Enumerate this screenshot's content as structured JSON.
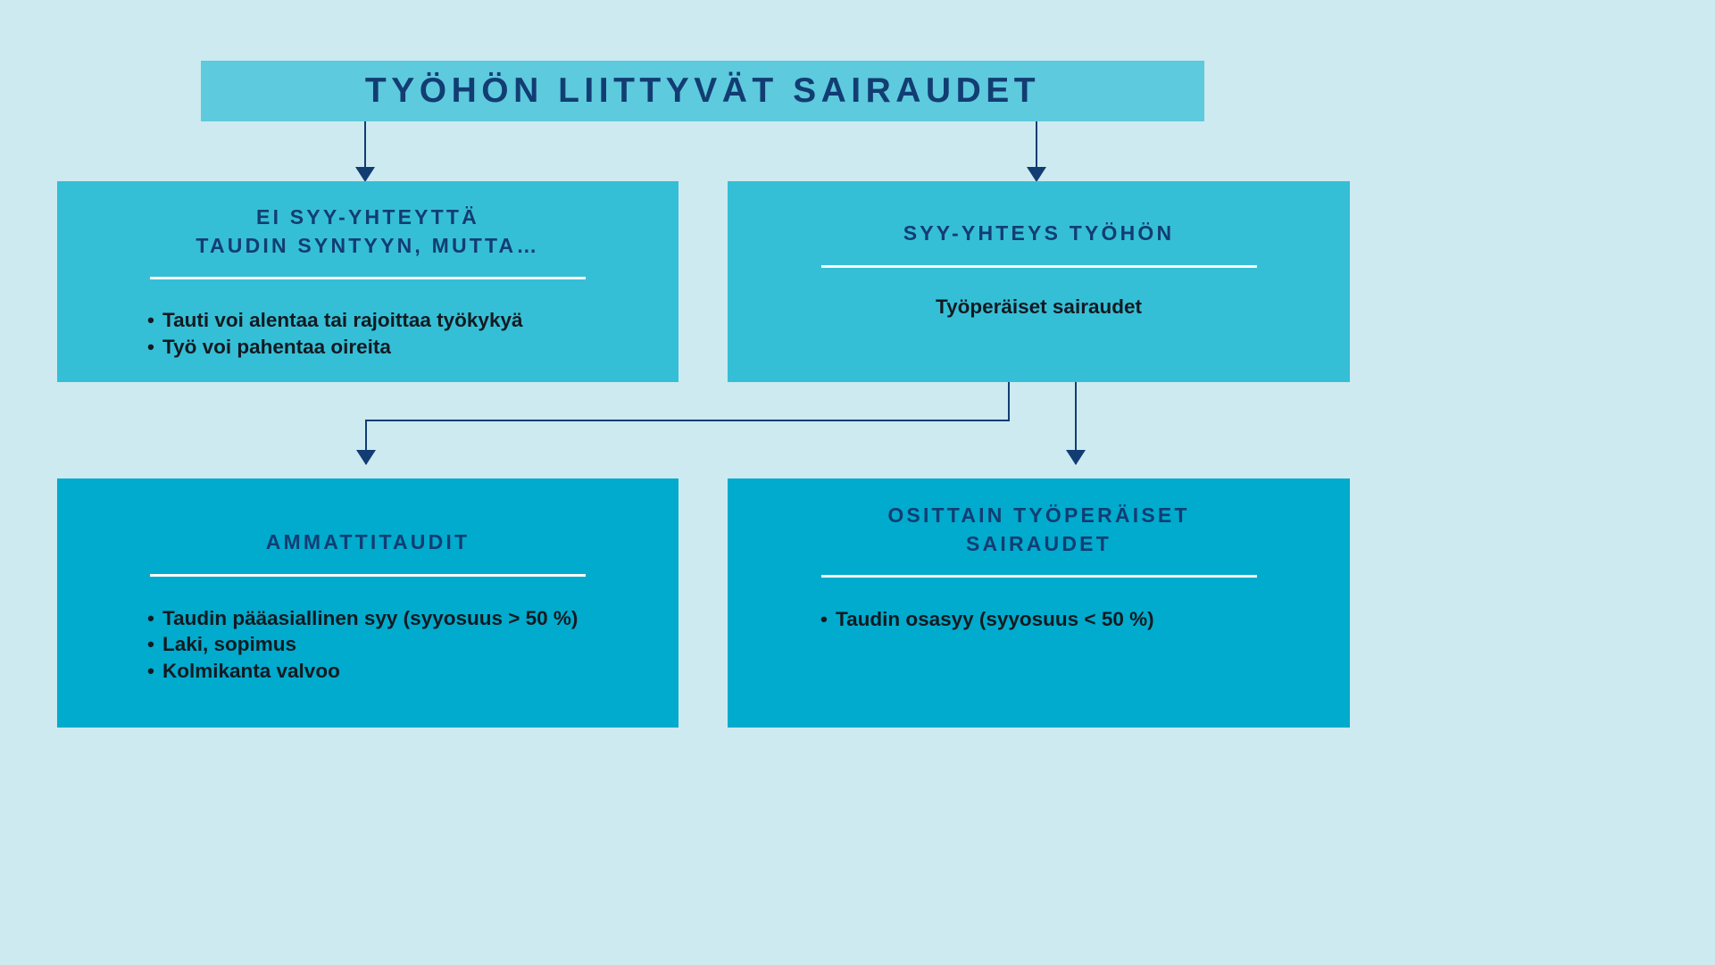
{
  "diagram": {
    "title": "TYÖHÖN LIITTYVÄT SAIRAUDET",
    "background_color": "#cdeaf0",
    "accent_navy": "#123d73",
    "colors": {
      "title_box": "#5ecadd",
      "mid_box": "#35bfd6",
      "bottom_box": "#00abcd",
      "divider": "#ffffff",
      "body_text": "#131a21"
    },
    "nodes": {
      "left_mid": {
        "heading_line1": "EI SYY-YHTEYTTÄ",
        "heading_line2": "TAUDIN SYNTYYN, MUTTA…",
        "bullets": [
          "Tauti voi alentaa tai rajoittaa työkykyä",
          "Työ voi pahentaa oireita"
        ]
      },
      "right_mid": {
        "heading_line1": "SYY-YHTEYS TYÖHÖN",
        "body": "Työperäiset sairaudet"
      },
      "left_bottom": {
        "heading_line1": "AMMATTITAUDIT",
        "bullets": [
          "Taudin pääasiallinen syy (syyosuus > 50 %)",
          "Laki, sopimus",
          "Kolmikanta valvoo"
        ]
      },
      "right_bottom": {
        "heading_line1": "OSITTAIN TYÖPERÄISET",
        "heading_line2": "SAIRAUDET",
        "bullets": [
          "Taudin osasyy (syyosuus < 50 %)"
        ]
      }
    },
    "bullet_marker": "•",
    "connectors": [
      {
        "name": "title-to-left-mid",
        "from": "title",
        "to": "left_mid"
      },
      {
        "name": "title-to-right-mid",
        "from": "title",
        "to": "right_mid"
      },
      {
        "name": "right-mid-to-left-bottom",
        "from": "right_mid",
        "to": "left_bottom"
      },
      {
        "name": "right-mid-to-right-bottom",
        "from": "right_mid",
        "to": "right_bottom"
      }
    ]
  }
}
